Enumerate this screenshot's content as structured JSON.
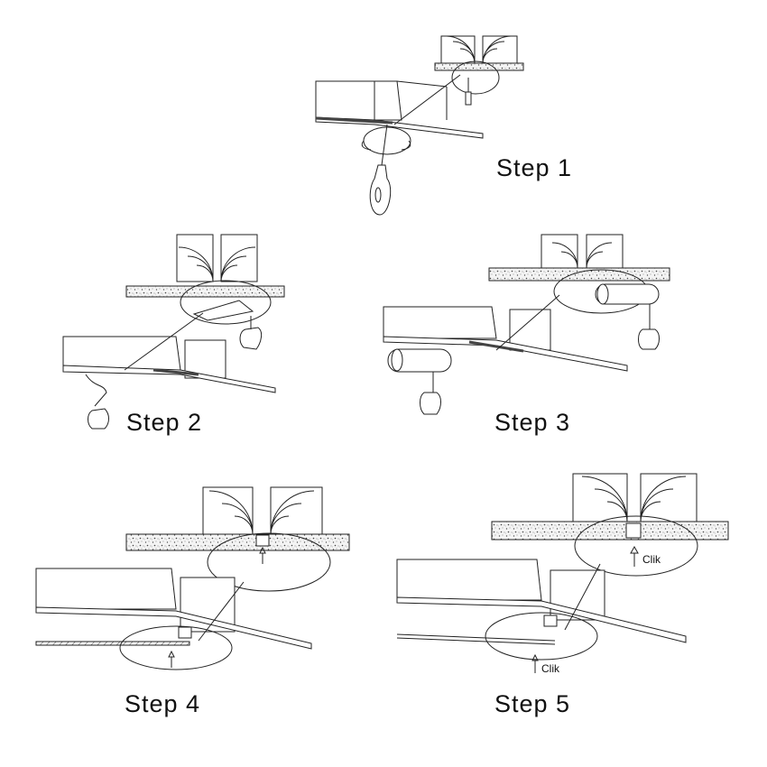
{
  "steps": [
    {
      "label": "Step 1"
    },
    {
      "label": "Step 2"
    },
    {
      "label": "Step 3"
    },
    {
      "label": "Step 4"
    },
    {
      "label": "Step 5",
      "callout": "Clik",
      "callout_lower": "Clik"
    }
  ],
  "colors": {
    "line": "#222222",
    "background": "#ffffff"
  }
}
